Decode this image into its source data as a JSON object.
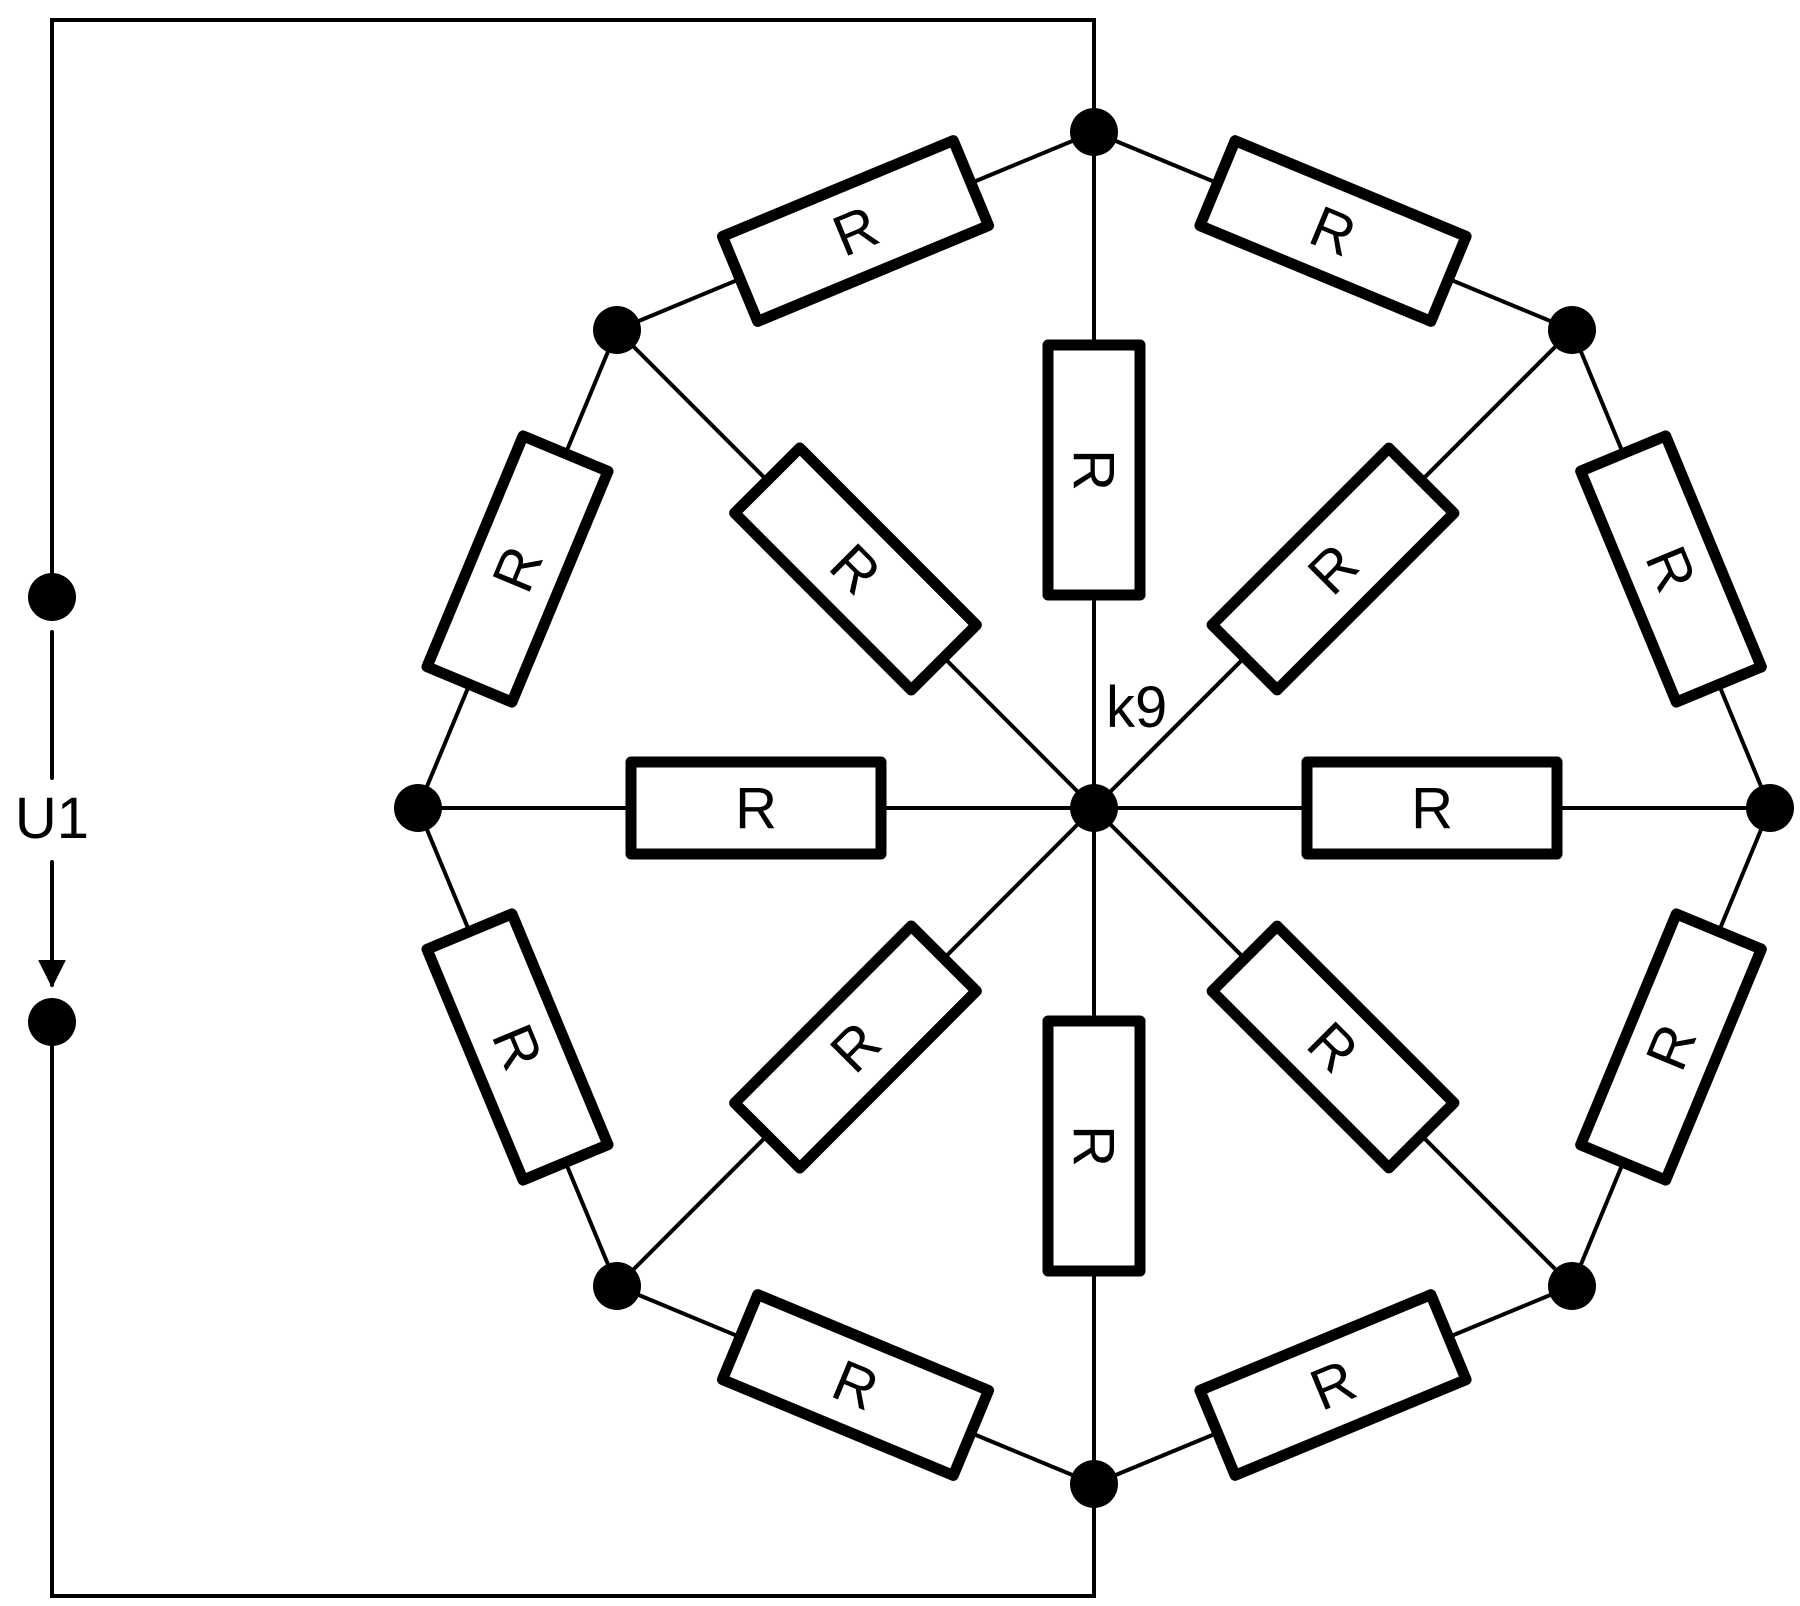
{
  "source": {
    "label": "U1"
  },
  "center_node": {
    "label": "k9"
  },
  "resistor_label": "R",
  "resistor_count": 16,
  "colors": {
    "ink": "#000000",
    "background": "#ffffff"
  }
}
